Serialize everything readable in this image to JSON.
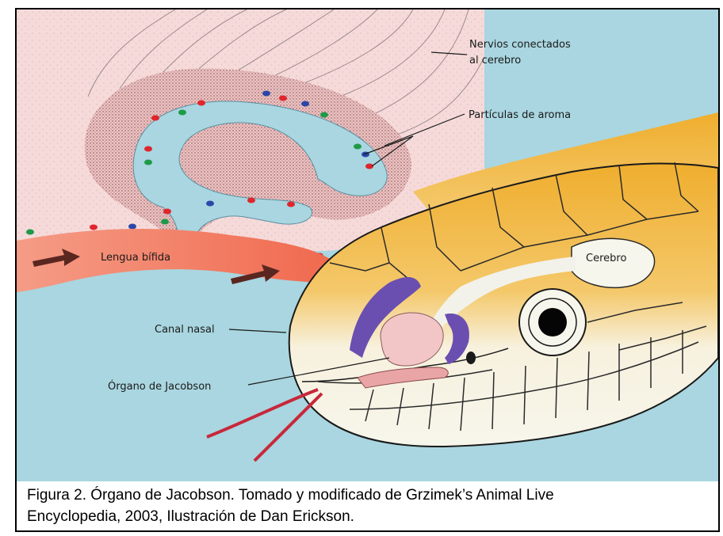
{
  "figure": {
    "labels": {
      "nerves_line1": "Nervios conectados",
      "nerves_line2": "al cerebro",
      "particles": "Partículas de aroma",
      "tongue": "Lengua bífida",
      "brain": "Cerebro",
      "nasal": "Canal nasal",
      "organ": "Órgano de Jacobson"
    },
    "colors": {
      "background": "#a9d6e0",
      "tissue": "#f6dada",
      "tongue": "#f28f7a",
      "scales_top": "#efae2e",
      "head_underside": "#f7f6ec",
      "particle_red": "#e0252c",
      "particle_blue": "#2a47a8",
      "particle_green": "#1f9a48",
      "organ_purple": "#6a4fb0"
    }
  },
  "caption": {
    "line1": "Figura 2. Órgano de Jacobson. Tomado y modificado de Grzimek’s Animal Live",
    "line2": "Encyclopedia, 2003, Ilustración de Dan Erickson."
  }
}
